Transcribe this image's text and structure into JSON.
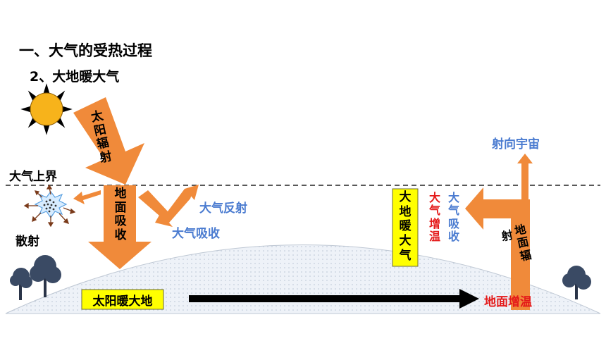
{
  "heading": "一、大气的受热过程",
  "subheading": "2、大地暖大气",
  "boundary_label": "大气上界",
  "labels": {
    "solar_radiation": "太阳辐射",
    "ground_absorption": "地面吸收",
    "scatter": "散射",
    "atm_reflection": "大气反射",
    "atm_absorption": "大气吸收",
    "to_space": "射向宇宙",
    "ground_radiation": "地面辐射",
    "ground_warms_air": "大地暖大气",
    "air_absorb_red": "大气增温",
    "air_absorb_blue": "大气吸收",
    "sun_warms_ground": "太阳暖大地",
    "ground_warming": "地面增温"
  },
  "colors": {
    "arrow_orange": "#f08a3a",
    "blue_text": "#4a7bd0",
    "red_text": "#e41a1a",
    "highlight": "#ffff00",
    "ground_fill": "#e8eef6"
  }
}
